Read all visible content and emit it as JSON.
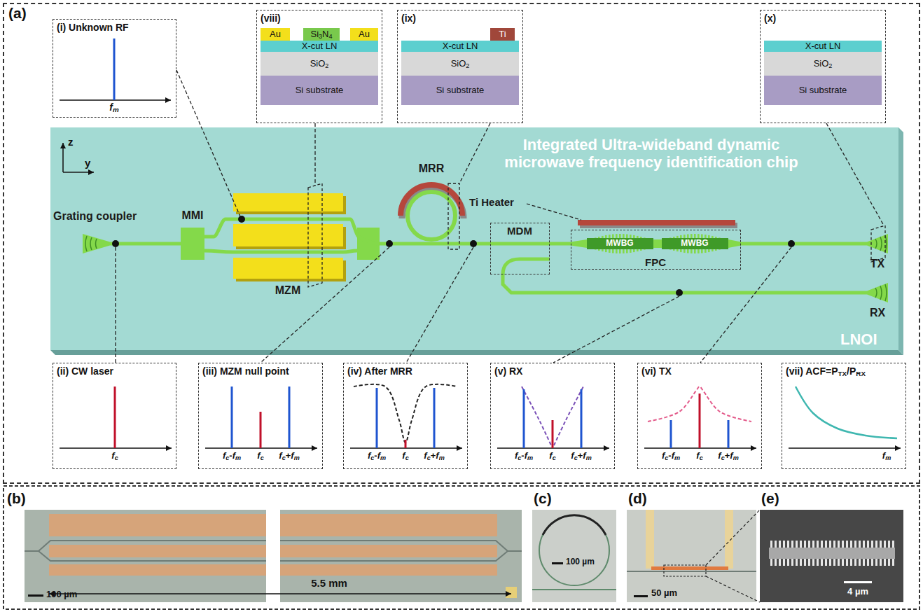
{
  "diagram": {
    "nodes": [
      {
        "text": [
          "(a)"
        ]
      },
      {
        "text": [
          "(i) Unknown RF",
          "fm"
        ],
        "in": 0
      },
      {
        "text": [
          "(viii)"
        ],
        "in": 0
      },
      {
        "text": [
          "Au"
        ],
        "in": 2
      },
      {
        "text": [
          "Si3N4"
        ],
        "in": 2
      },
      {
        "text": [
          "Au"
        ],
        "in": 2
      },
      {
        "text": [
          "X-cut LN"
        ],
        "in": 2
      },
      {
        "text": [
          "SiO2"
        ],
        "in": 2
      },
      {
        "text": [
          "Si substrate"
        ],
        "in": 2
      },
      {
        "text": [
          "(ix)"
        ],
        "in": 0
      },
      {
        "text": [
          "Ti"
        ],
        "in": 9
      },
      {
        "text": [
          "X-cut LN"
        ],
        "in": 9
      },
      {
        "text": [
          "SiO2"
        ],
        "in": 9
      },
      {
        "text": [
          "Si substrate"
        ],
        "in": 9
      },
      {
        "text": [
          "(x)"
        ],
        "in": 0
      },
      {
        "text": [
          "X-cut LN"
        ],
        "in": 14
      },
      {
        "text": [
          "SiO2"
        ],
        "in": 14
      },
      {
        "text": [
          "Si substrate"
        ],
        "in": 14
      },
      {
        "text": [
          "Integrated Ultra-wideband dynamic microwave frequency identification chip",
          "LNOI"
        ],
        "in": 0
      },
      {
        "text": [
          "Grating coupler"
        ],
        "in": 18
      },
      {
        "text": [
          "MMI"
        ],
        "in": 18
      },
      {
        "text": [
          "MZM"
        ],
        "in": 18
      },
      {
        "text": [
          "MRR"
        ],
        "in": 18
      },
      {
        "text": [
          "MDM"
        ],
        "in": 18
      },
      {
        "text": [
          "FPC"
        ],
        "in": 18
      },
      {
        "text": [
          "MWBG"
        ],
        "in": 24
      },
      {
        "text": [
          "MWBG"
        ],
        "in": 24
      },
      {
        "text": [
          "TX"
        ],
        "in": 18
      },
      {
        "text": [
          "RX"
        ],
        "in": 18
      },
      {
        "text": [
          "(ii) CW laser",
          "fc"
        ],
        "in": 0
      },
      {
        "text": [
          "(iii) MZM null point",
          "fc-fm",
          "fc",
          "fc+fm"
        ],
        "in": 0
      },
      {
        "text": [
          "(iv) After MRR",
          "fc-fm",
          "fc",
          "fc+fm"
        ],
        "in": 0
      },
      {
        "text": [
          "(v) RX",
          "fc-fm",
          "fc",
          "fc+fm"
        ],
        "in": 0
      },
      {
        "text": [
          "(vi) TX",
          "fc-fm",
          "fc",
          "fc+fm"
        ],
        "in": 0
      },
      {
        "text": [
          "(vii) ACF=PTX/PRX",
          "fm"
        ],
        "in": 0
      },
      {
        "text": [
          "(b)",
          "5.5 mm",
          "100 µm"
        ]
      },
      {
        "text": [
          "(c)",
          "100 µm"
        ]
      },
      {
        "text": [
          "(d)",
          "50 µm"
        ]
      },
      {
        "text": [
          "(e)",
          "4 µm"
        ]
      }
    ],
    "edges": [
      {
        "from": 19,
        "to": 20,
        "arrow": "none"
      },
      {
        "from": 20,
        "to": 21,
        "arrow": "none"
      },
      {
        "from": 21,
        "to": 22,
        "arrow": "none"
      },
      {
        "from": 22,
        "to": 23,
        "arrow": "none"
      },
      {
        "from": 23,
        "to": 24,
        "arrow": "none"
      },
      {
        "from": 24,
        "to": 27,
        "arrow": "none"
      },
      {
        "from": 23,
        "to": 28,
        "arrow": "none"
      }
    ],
    "labels": [
      "z",
      "y",
      "Ti Heater"
    ]
  }
}
